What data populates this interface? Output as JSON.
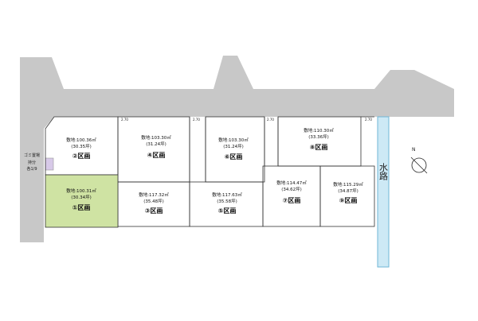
{
  "colors": {
    "road": "#c8c8c8",
    "water": "#cde9f5",
    "water_border": "#6fb6d6",
    "highlight": "#cfe3a3",
    "garbage": "#d7c9e8",
    "lot_border": "#333333"
  },
  "water_label": "水路",
  "garbage_label_line1": "ゴミ置場",
  "garbage_label_line2": "持分",
  "garbage_label_line3": "各1/9",
  "dim_labels": [
    "2.70",
    "2.70",
    "2.70",
    "2.70"
  ],
  "lots": [
    {
      "area": "敷地:100.36㎡",
      "tsubo": "(30.35坪)",
      "name": "②区画"
    },
    {
      "area": "敷地:103.30㎡",
      "tsubo": "(31.24坪)",
      "name": "④区画"
    },
    {
      "area": "敷地:103.30㎡",
      "tsubo": "(31.24坪)",
      "name": "⑥区画"
    },
    {
      "area": "敷地:110.30㎡",
      "tsubo": "(33.36坪)",
      "name": "⑧区画"
    },
    {
      "area": "敷地:100.31㎡",
      "tsubo": "(30.34坪)",
      "name": "①区画"
    },
    {
      "area": "敷地:117.32㎡",
      "tsubo": "(35.48坪)",
      "name": "③区画"
    },
    {
      "area": "敷地:117.63㎡",
      "tsubo": "(35.58坪)",
      "name": "⑤区画"
    },
    {
      "area": "敷地:114.47㎡",
      "tsubo": "(34.62坪)",
      "name": "⑦区画"
    },
    {
      "area": "敷地:115.29㎡",
      "tsubo": "(34.87坪)",
      "name": "⑨区画"
    }
  ],
  "compass_label": "N"
}
